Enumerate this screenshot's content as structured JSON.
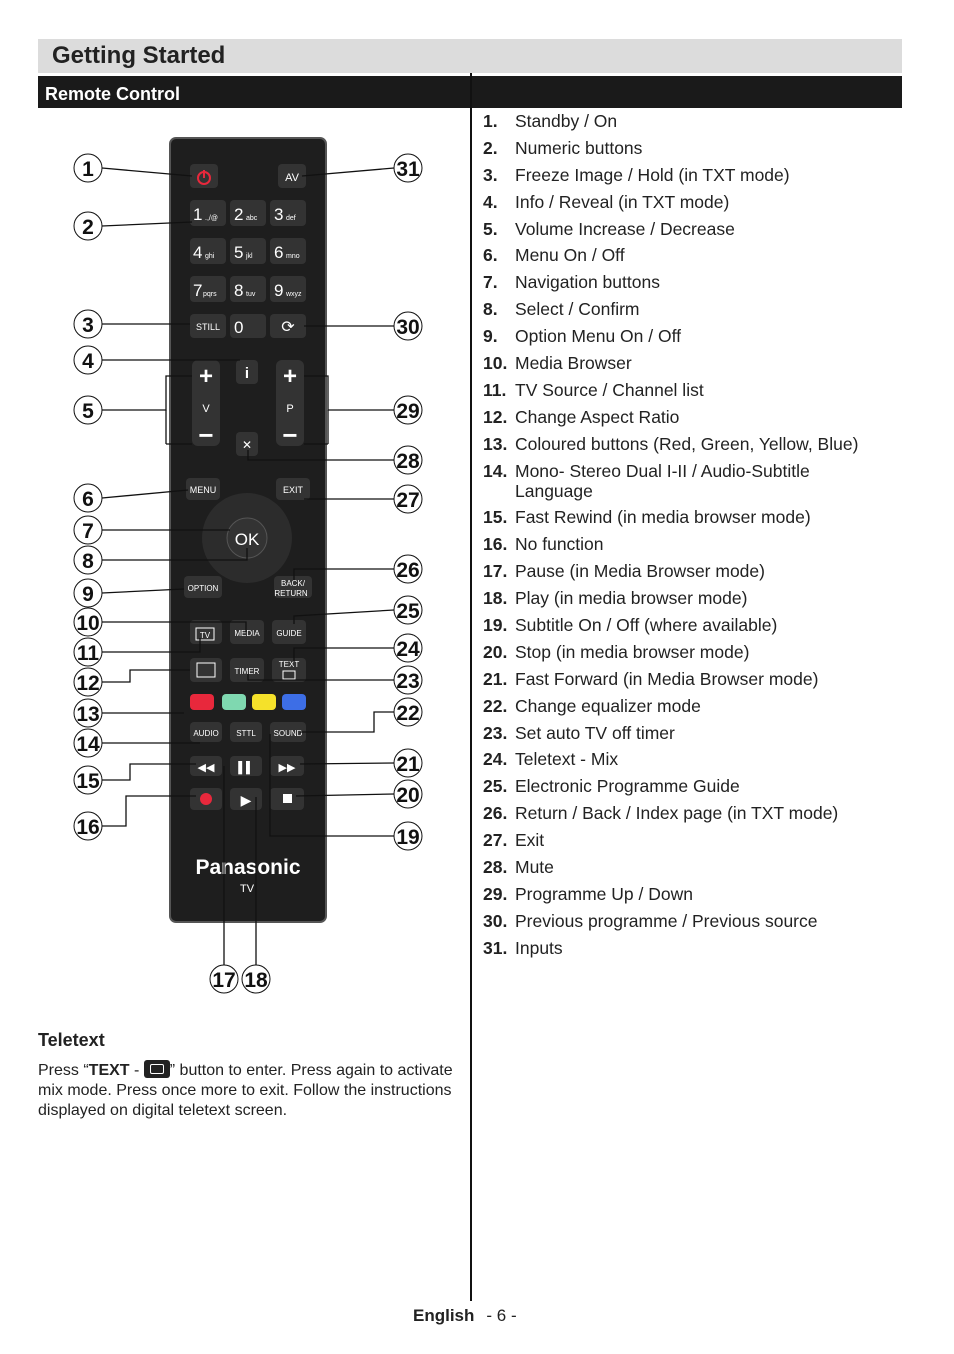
{
  "header": {
    "title": "Getting Started",
    "subtitle": "Remote Control"
  },
  "legend": [
    {
      "num": "1.",
      "text": "Standby / On"
    },
    {
      "num": "2.",
      "text": "Numeric buttons"
    },
    {
      "num": "3.",
      "text": "Freeze Image / Hold (in TXT mode)"
    },
    {
      "num": "4.",
      "text": "Info / Reveal (in TXT mode)"
    },
    {
      "num": "5.",
      "text": "Volume Increase / Decrease"
    },
    {
      "num": "6.",
      "text": "Menu On / Off"
    },
    {
      "num": "7.",
      "text": "Navigation buttons"
    },
    {
      "num": "8.",
      "text": "Select / Confirm"
    },
    {
      "num": "9.",
      "text": "Option Menu On / Off"
    },
    {
      "num": "10.",
      "text": "Media Browser"
    },
    {
      "num": "11.",
      "text": "TV Source / Channel list"
    },
    {
      "num": "12.",
      "text": "Change Aspect Ratio"
    },
    {
      "num": "13.",
      "text": "Coloured buttons (Red, Green, Yellow, Blue)"
    },
    {
      "num": "14.",
      "text": "Mono- Stereo Dual I-II / Audio-Subtitle Language"
    },
    {
      "num": "15.",
      "text": "Fast Rewind (in media browser mode)"
    },
    {
      "num": "16.",
      "text": "No function"
    },
    {
      "num": "17.",
      "text": "Pause (in Media Browser mode)"
    },
    {
      "num": "18.",
      "text": "Play (in media browser mode)"
    },
    {
      "num": "19.",
      "text": "Subtitle On / Off (where available)"
    },
    {
      "num": "20.",
      "text": "Stop (in media browser mode)"
    },
    {
      "num": "21.",
      "text": "Fast Forward (in Media Browser mode)"
    },
    {
      "num": "22.",
      "text": "Change equalizer mode"
    },
    {
      "num": "23.",
      "text": "Set auto TV off timer"
    },
    {
      "num": "24.",
      "text": "Teletext - Mix"
    },
    {
      "num": "25.",
      "text": "Electronic Programme Guide"
    },
    {
      "num": "26.",
      "text": "Return / Back / Index page (in TXT mode)"
    },
    {
      "num": "27.",
      "text": "Exit"
    },
    {
      "num": "28.",
      "text": "Mute"
    },
    {
      "num": "29.",
      "text": "Programme Up / Down"
    },
    {
      "num": "30.",
      "text": "Previous programme / Previous source"
    },
    {
      "num": "31.",
      "text": "Inputs"
    }
  ],
  "remote": {
    "brand": "Panasonic",
    "brand_sub": "TV",
    "av": "AV",
    "keys": [
      "1",
      "2",
      "3",
      "4",
      "5",
      "6",
      "7",
      "8",
      "9",
      "0"
    ],
    "key_subs": [
      ".,/@",
      "abc",
      "def",
      "ghi",
      "jkl",
      "mno",
      "pqrs",
      "tuv",
      "wxyz"
    ],
    "still": "STILL",
    "vol": "V",
    "prog": "P",
    "menu": "MENU",
    "exit": "EXIT",
    "ok": "OK",
    "option": "OPTION",
    "back": "BACK/",
    "return": "RETURN",
    "tv": "TV",
    "media": "MEDIA",
    "guide": "GUIDE",
    "timer": "TIMER",
    "text": "TEXT",
    "audio": "AUDIO",
    "sttl": "STTL",
    "sound": "SOUND",
    "callouts": [
      "1",
      "2",
      "3",
      "4",
      "5",
      "6",
      "7",
      "8",
      "9",
      "10",
      "11",
      "12",
      "13",
      "14",
      "15",
      "16",
      "17",
      "18",
      "19",
      "20",
      "21",
      "22",
      "23",
      "24",
      "25",
      "26",
      "27",
      "28",
      "29",
      "30",
      "31"
    ],
    "colors": {
      "red": "#e8283c",
      "green": "#7fd8b0",
      "yellow": "#f5e12a",
      "blue": "#3d6ee6",
      "body": "#1e1e1e"
    }
  },
  "teletext": {
    "title": "Teletext",
    "p1": "Press “",
    "bold": "TEXT",
    "p2": " - ",
    "p3": "” button to enter. Press again to activate mix mode. Press once more to exit. Follow the instructions displayed on digital teletext screen."
  },
  "footer": {
    "lang": "English",
    "page": "- 6 -"
  }
}
